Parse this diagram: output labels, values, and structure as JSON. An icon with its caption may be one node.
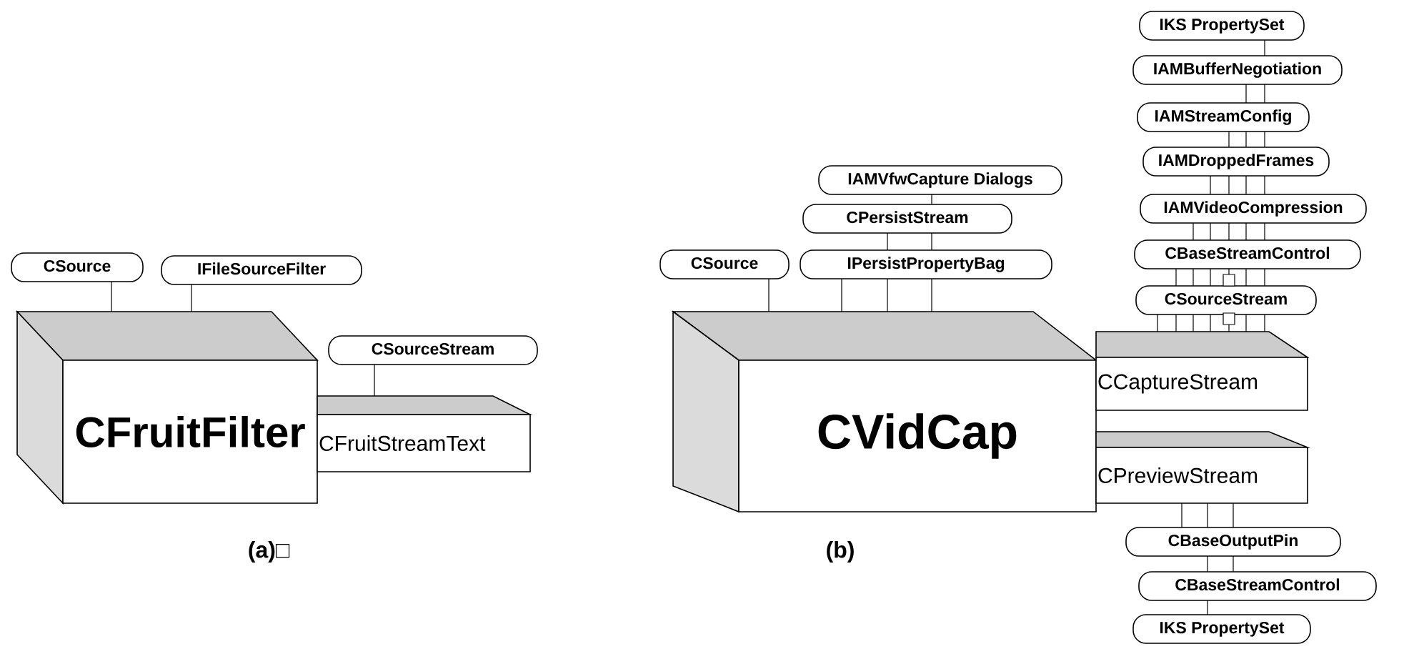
{
  "diagram": {
    "nodes": [
      {
        "text": [
          "CFruitFilter"
        ]
      },
      {
        "text": [
          "CFruitStreamText"
        ]
      },
      {
        "text": [
          "CSource"
        ]
      },
      {
        "text": [
          "IFileSourceFilter"
        ]
      },
      {
        "text": [
          "CSourceStream"
        ]
      },
      {
        "text": [
          "CVidCap"
        ]
      },
      {
        "text": [
          "CCaptureStream"
        ]
      },
      {
        "text": [
          "CPreviewStream"
        ]
      },
      {
        "text": [
          "CSource"
        ]
      },
      {
        "text": [
          "IAMVfwCapture Dialogs"
        ]
      },
      {
        "text": [
          "CPersistStream"
        ]
      },
      {
        "text": [
          "IPersistPropertyBag"
        ]
      },
      {
        "text": [
          "IKS PropertySet"
        ]
      },
      {
        "text": [
          "IAMBufferNegotiation"
        ]
      },
      {
        "text": [
          "IAMStreamConfig"
        ]
      },
      {
        "text": [
          "IAMDroppedFrames"
        ]
      },
      {
        "text": [
          "IAMVideoCompression"
        ]
      },
      {
        "text": [
          "CBaseStreamControl"
        ]
      },
      {
        "text": [
          "CSourceStream"
        ]
      },
      {
        "text": [
          "CBaseOutputPin"
        ]
      },
      {
        "text": [
          "CBaseStreamControl"
        ]
      },
      {
        "text": [
          "IKS PropertySet"
        ]
      }
    ],
    "edges": [
      {
        "from": 2,
        "to": 0,
        "arrow": "none"
      },
      {
        "from": 3,
        "to": 0,
        "arrow": "none"
      },
      {
        "from": 4,
        "to": 1,
        "arrow": "none"
      },
      {
        "from": 8,
        "to": 5,
        "arrow": "none"
      },
      {
        "from": 11,
        "to": 5,
        "arrow": "none"
      },
      {
        "from": 10,
        "to": 5,
        "arrow": "none"
      },
      {
        "from": 9,
        "to": 5,
        "arrow": "none"
      },
      {
        "from": 12,
        "to": 6,
        "arrow": "none"
      },
      {
        "from": 13,
        "to": 6,
        "arrow": "none"
      },
      {
        "from": 14,
        "to": 6,
        "arrow": "none"
      },
      {
        "from": 15,
        "to": 6,
        "arrow": "none"
      },
      {
        "from": 16,
        "to": 6,
        "arrow": "none"
      },
      {
        "from": 17,
        "to": 6,
        "arrow": "none"
      },
      {
        "from": 18,
        "to": 6,
        "arrow": "none"
      },
      {
        "from": 19,
        "to": 7,
        "arrow": "none"
      },
      {
        "from": 20,
        "to": 7,
        "arrow": "none"
      },
      {
        "from": 21,
        "to": 7,
        "arrow": "none"
      }
    ],
    "labels": [
      "(a)□",
      "(b)"
    ]
  }
}
